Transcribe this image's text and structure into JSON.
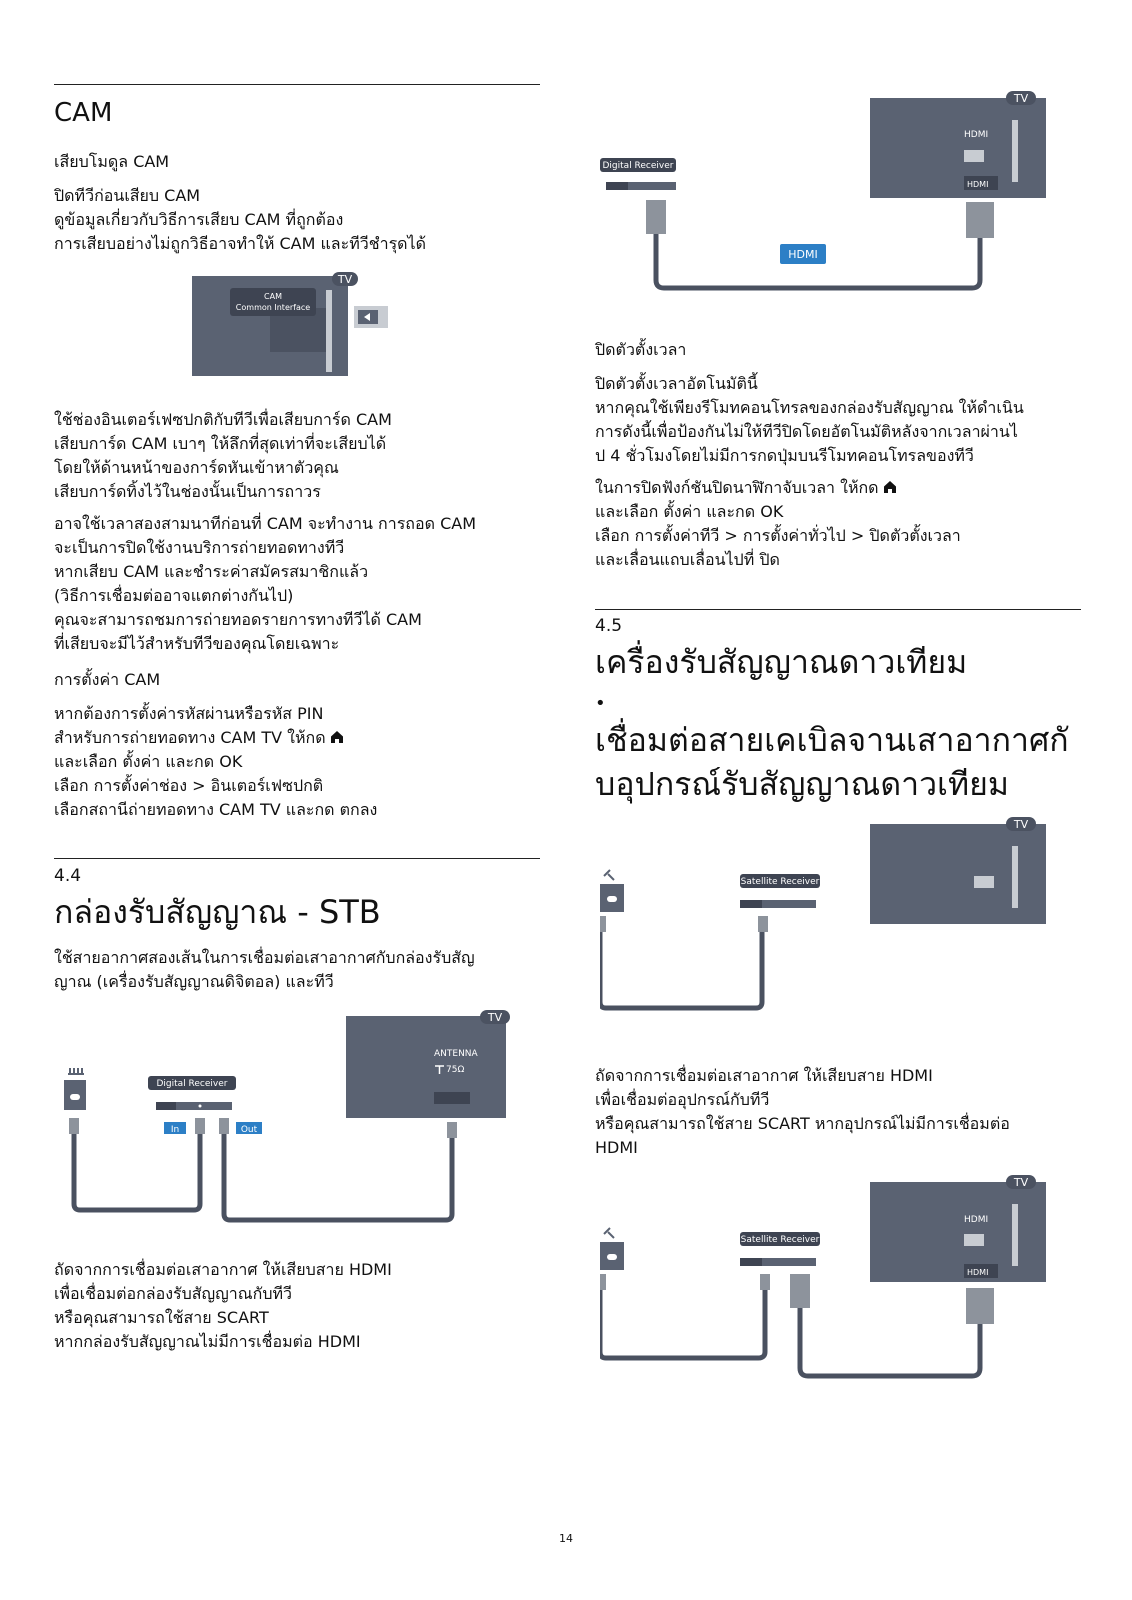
{
  "page_number": "14",
  "left": {
    "cam": {
      "title": "CAM",
      "sub1": "เสียบโมดูล CAM",
      "p1": [
        "ปิดทีวีก่อนเสียบ CAM",
        "ดูข้อมูลเกี่ยวกับวิธีการเสียบ CAM ที่ถูกต้อง",
        "การเสียบอย่างไม่ถูกวิธีอาจทำให้ CAM และทีวีชำรุดได้"
      ],
      "fig": {
        "tv": "TV",
        "label_line1": "CAM",
        "label_line2": "Common Interface"
      },
      "p2": [
        "ใช้ช่องอินเตอร์เฟซปกติกับทีวีเพื่อเสียบการ์ด CAM",
        "เสียบการ์ด CAM เบาๆ ให้ลึกที่สุดเท่าที่จะเสียบได้",
        "โดยให้ด้านหน้าของการ์ดหันเข้าหาตัวคุณ",
        "เสียบการ์ดทิ้งไว้ในช่องนั้นเป็นการถาวร"
      ],
      "p3": [
        "อาจใช้เวลาสองสามนาทีก่อนที่ CAM จะทำงาน การถอด CAM",
        "จะเป็นการปิดใช้งานบริการถ่ายทอดทางทีวี",
        "หากเสียบ CAM และชำระค่าสมัครสมาชิกแล้ว",
        "(วิธีการเชื่อมต่ออาจแตกต่างกันไป)",
        "คุณจะสามารถชมการถ่ายทอดรายการทางทีวีได้ CAM",
        "ที่เสียบจะมีไว้สำหรับทีวีของคุณโดยเฉพาะ"
      ],
      "sub2": "การตั้งค่า CAM",
      "p4_line1": "หากต้องการตั้งค่ารหัสผ่านหรือรหัส PIN",
      "p4_line2": "สำหรับการถ่ายทอดทาง CAM TV ให้กด",
      "p4_rest": [
        " และเลือก ตั้งค่า และกด OK",
        "เลือก การตั้งค่าช่อง > อินเตอร์เฟซปกติ",
        "เลือกสถานีถ่ายทอดทาง CAM TV และกด ตกลง"
      ]
    },
    "stb": {
      "number": "4.4",
      "title": "กล่องรับสัญญาณ - STB",
      "p1": [
        "ใช้สายอากาศสองเส้นในการเชื่อมต่อเสาอากาศกับกล่องรับสัญ",
        "ญาณ (เครื่องรับสัญญาณดิจิตอล) และทีวี"
      ],
      "fig": {
        "tv": "TV",
        "antenna_line1": "ANTENNA",
        "antenna_line2": "75Ω",
        "receiver": "Digital Receiver",
        "in": "In",
        "out": "Out"
      },
      "p2": [
        "ถัดจากการเชื่อมต่อเสาอากาศ ให้เสียบสาย HDMI",
        "เพื่อเชื่อมต่อกล่องรับสัญญาณกับทีวี",
        "หรือคุณสามารถใช้สาย SCART",
        "หากกล่องรับสัญญาณไม่มีการเชื่อมต่อ HDMI"
      ]
    }
  },
  "right": {
    "fig_hdmi": {
      "tv": "TV",
      "hdmi_port1": "HDMI",
      "hdmi_port2": "HDMI",
      "receiver": "Digital Receiver",
      "cable": "HDMI"
    },
    "timer": {
      "sub1": "ปิดตัวตั้งเวลา",
      "p1": [
        "ปิดตัวตั้งเวลาอัตโนมัตินี้",
        "หากคุณใช้เพียงรีโมทคอนโทรลของกล่องรับสัญญาณ ให้ดำเนิน",
        "การดังนี้เพื่อป้องกันไม่ให้ทีวีปิดโดยอัตโนมัติหลังจากเวลาผ่านไ",
        "ป 4 ชั่วโมงโดยไม่มีการกดปุ่มบนรีโมทคอนโทรลของทีวี"
      ],
      "p2_line1": "ในการปิดฟังก์ชันปิดนาฬิกาจับเวลา ให้กด",
      "p2_rest": [
        " และเลือก ตั้งค่า และกด OK",
        "เลือก การตั้งค่าทีวี > การตั้งค่าทั่วไป > ปิดตัวตั้งเวลา",
        "และเลื่อนแถบเลื่อนไปที่ ปิด"
      ]
    },
    "sat": {
      "number": "4.5",
      "title_line1": "เครื่องรับสัญญาณดาวเทียม",
      "bullet": "•",
      "title_line2": "เชื่อมต่อสายเคเบิลจานเสาอากาศกั",
      "title_line3": "บอุปกรณ์รับสัญญาณดาวเทียม",
      "fig1": {
        "tv": "TV",
        "receiver": "Satellite Receiver"
      },
      "p1": [
        "ถัดจากการเชื่อมต่อเสาอากาศ ให้เสียบสาย HDMI",
        "เพื่อเชื่อมต่ออุปกรณ์กับทีวี",
        "หรือคุณสามารถใช้สาย SCART หากอุปกรณ์ไม่มีการเชื่อมต่อ",
        "HDMI"
      ],
      "fig2": {
        "tv": "TV",
        "hdmi_port1": "HDMI",
        "hdmi_port2": "HDMI",
        "receiver": "Satellite Receiver"
      }
    }
  },
  "colors": {
    "tv_body": "#5a6272",
    "accent_blue": "#2c7fc6",
    "cable": "#4a5160",
    "text": "#111111"
  }
}
